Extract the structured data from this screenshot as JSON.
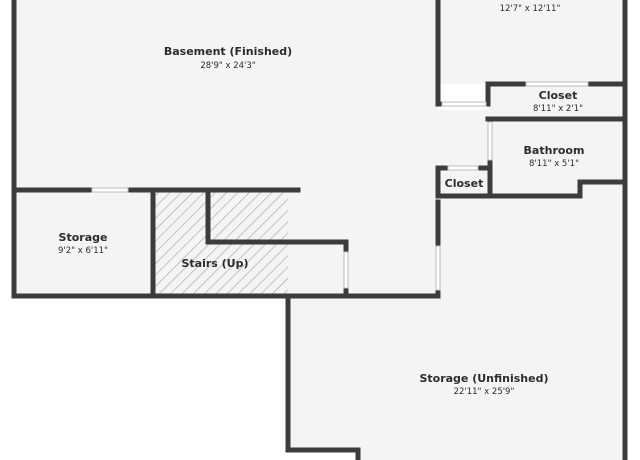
{
  "colors": {
    "floor": "#f4f4f4",
    "wall": "#3c3c3c",
    "stairs_hatch": "#a8a8a8",
    "background": "#ffffff"
  },
  "rooms": {
    "top_right": {
      "name": "",
      "dimensions": "12'7\" x 12'11\""
    },
    "basement": {
      "name": "Basement (Finished)",
      "dimensions": "28'9\" x 24'3\""
    },
    "closet_top": {
      "name": "Closet",
      "dimensions": "8'11\" x 2'1\""
    },
    "bathroom": {
      "name": "Bathroom",
      "dimensions": "8'11\" x 5'1\""
    },
    "closet_small": {
      "name": "Closet"
    },
    "storage": {
      "name": "Storage",
      "dimensions": "9'2\" x 6'11\""
    },
    "stairs": {
      "name": "Stairs (Up)"
    },
    "storage_unfinished": {
      "name": "Storage (Unfinished)",
      "dimensions": "22'11\" x 25'9\""
    }
  }
}
